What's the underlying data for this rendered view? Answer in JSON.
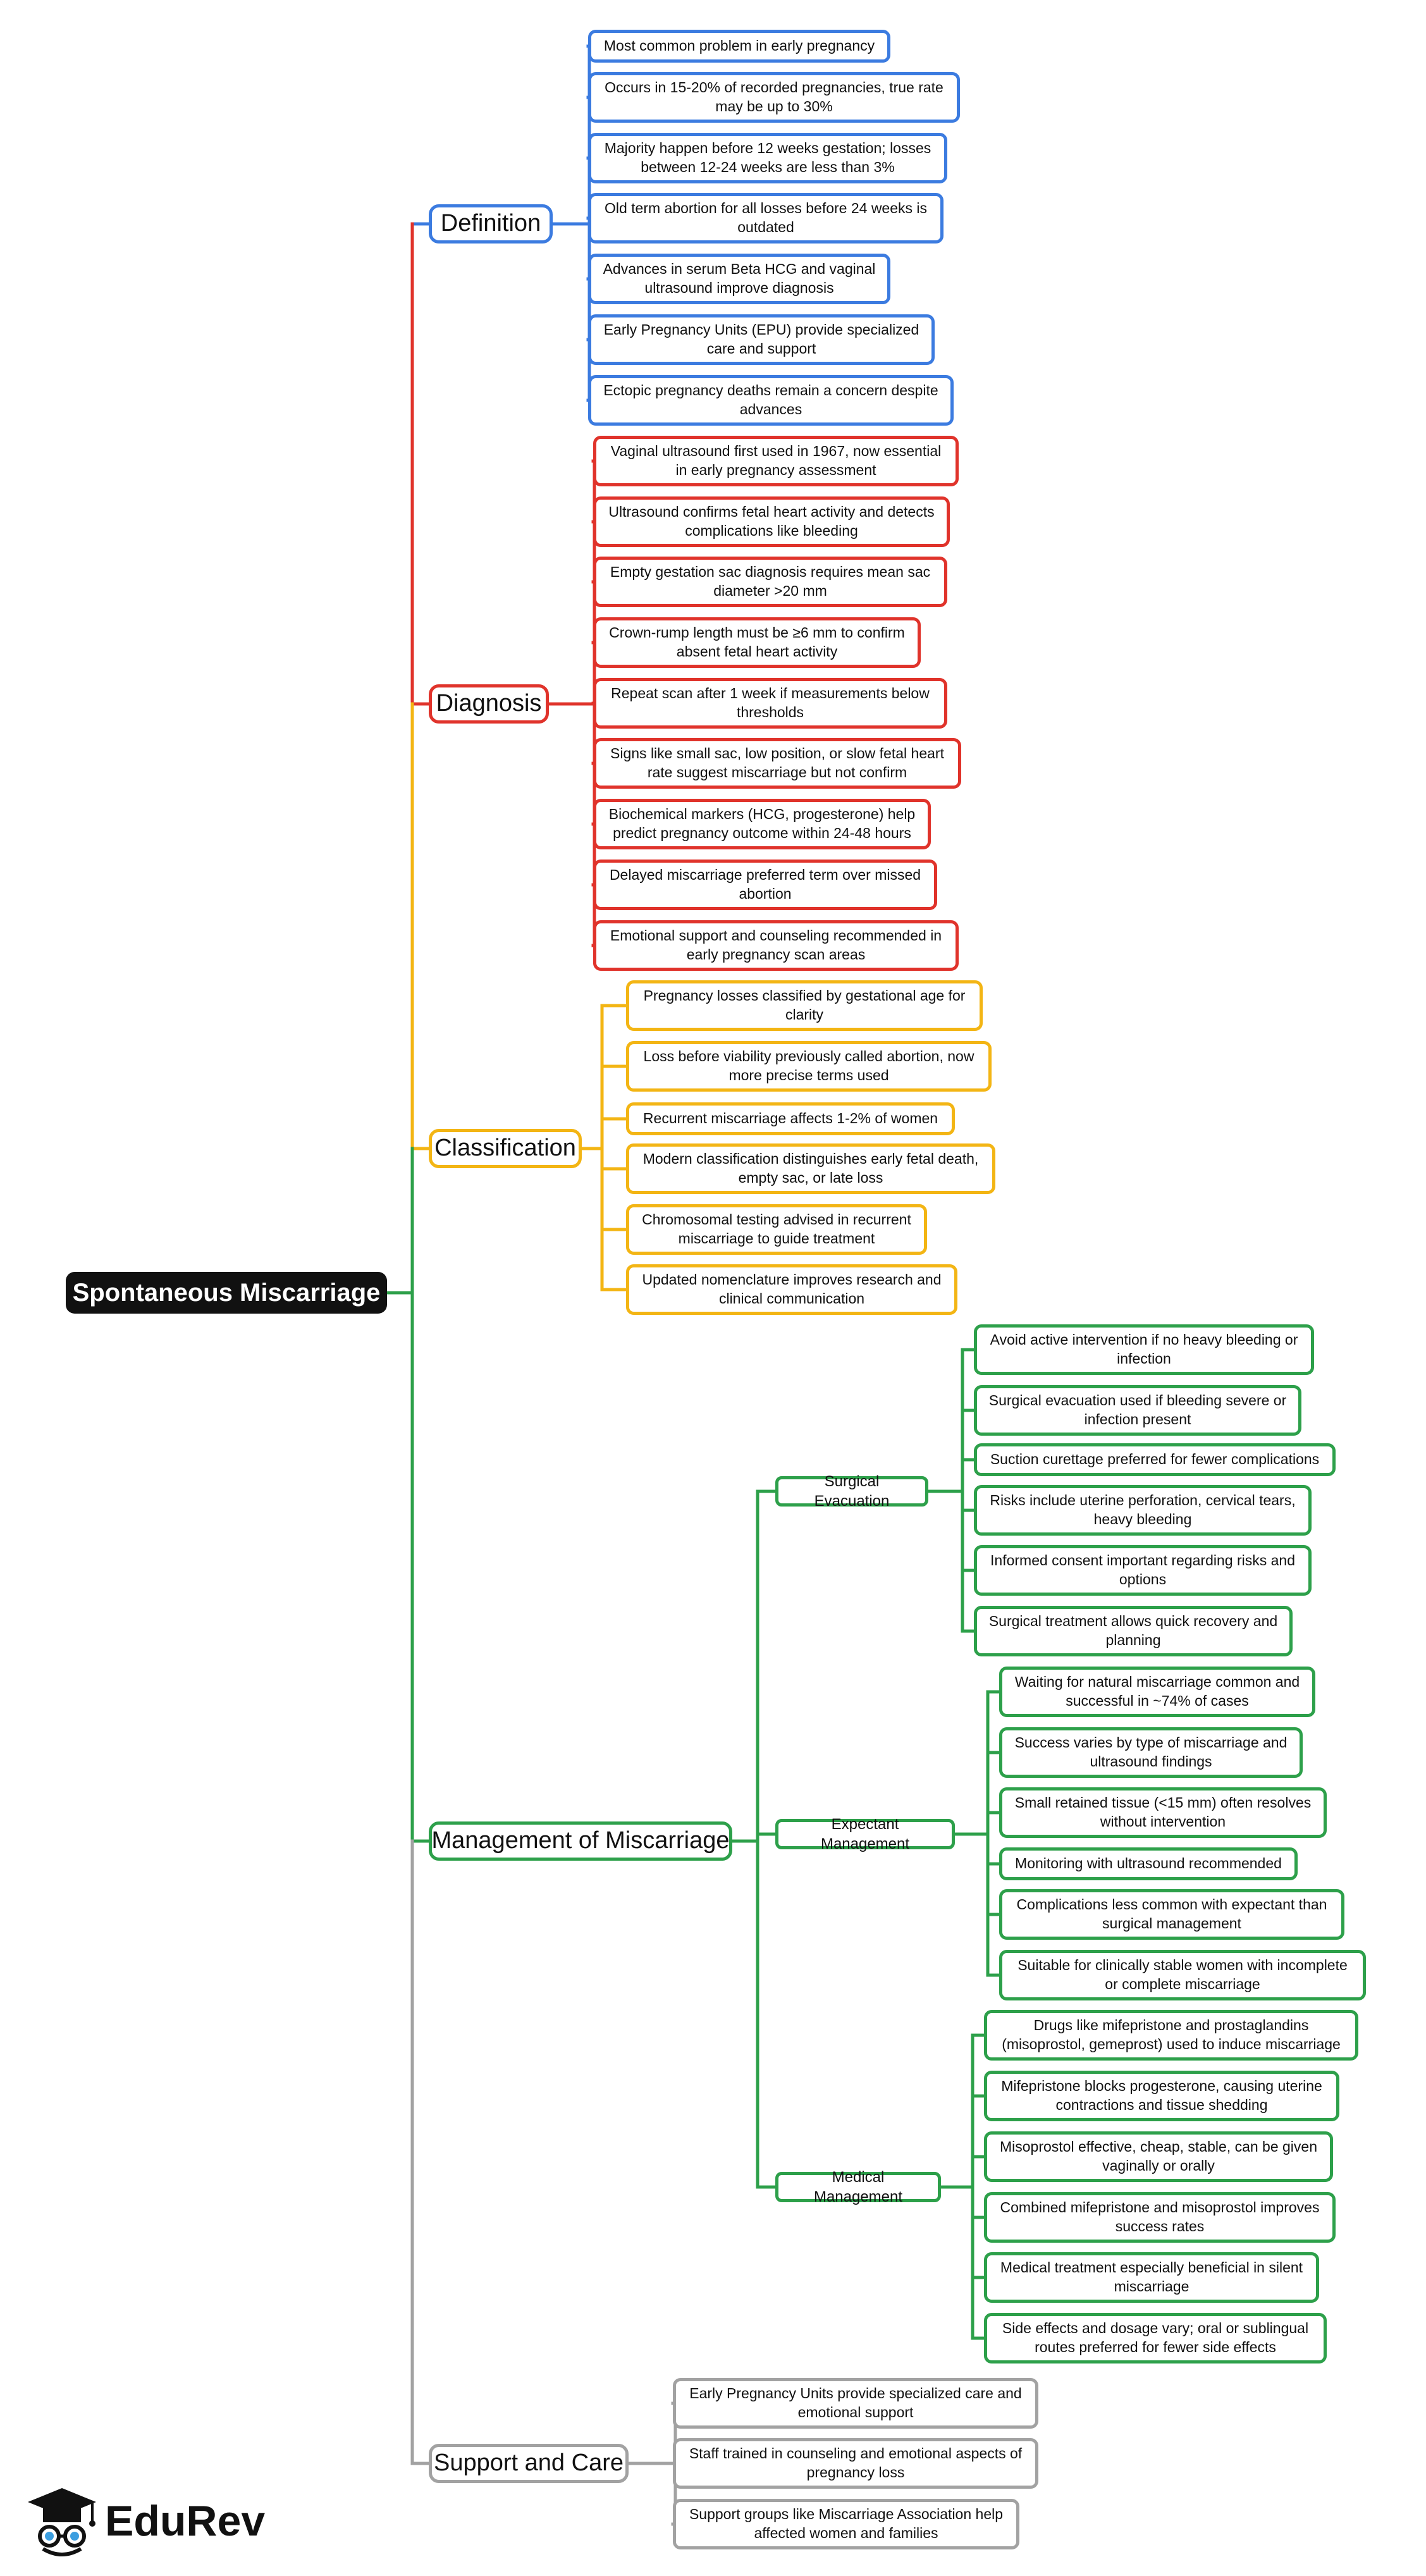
{
  "root": {
    "label": "Spontaneous Miscarriage"
  },
  "colors": {
    "definition": "#3b7be0",
    "diagnosis": "#e0332b",
    "classification": "#f3b514",
    "management": "#2da04a",
    "support": "#a2a2a2"
  },
  "branches": [
    {
      "key": "definition",
      "label": "Definition",
      "items": [
        "Most common problem in early pregnancy",
        "Occurs in 15-20% of recorded pregnancies, true rate may be up to 30%",
        "Majority happen before 12 weeks gestation; losses between 12-24 weeks are less than 3%",
        "Old term abortion for all losses before 24 weeks is outdated",
        "Advances in serum Beta HCG and vaginal ultrasound improve diagnosis",
        "Early Pregnancy Units (EPU) provide specialized care and support",
        "Ectopic pregnancy deaths remain a concern despite advances"
      ]
    },
    {
      "key": "diagnosis",
      "label": "Diagnosis",
      "items": [
        "Vaginal ultrasound first used in 1967, now essential in early pregnancy assessment",
        "Ultrasound confirms fetal heart activity and detects complications like bleeding",
        "Empty gestation sac diagnosis requires mean sac diameter >20 mm",
        "Crown-rump length must be ≥6 mm to confirm absent fetal heart activity",
        "Repeat scan after 1 week if measurements below thresholds",
        "Signs like small sac, low position, or slow fetal heart rate suggest miscarriage but not confirm",
        "Biochemical markers (HCG, progesterone) help predict pregnancy outcome within 24-48 hours",
        "Delayed miscarriage preferred term over missed abortion",
        "Emotional support and counseling recommended in early pregnancy scan areas"
      ]
    },
    {
      "key": "classification",
      "label": "Classification",
      "items": [
        "Pregnancy losses classified by gestational age for clarity",
        "Loss before viability previously called abortion, now more precise terms used",
        "Recurrent miscarriage affects 1-2% of women",
        "Modern classification distinguishes early fetal death, empty sac, or late loss",
        "Chromosomal testing advised in recurrent miscarriage to guide treatment",
        "Updated nomenclature improves research and clinical communication"
      ]
    },
    {
      "key": "management",
      "label": "Management of Miscarriage",
      "subs": [
        {
          "label": "Surgical Evacuation",
          "items": [
            "Avoid active intervention if no heavy bleeding or infection",
            "Surgical evacuation used if bleeding severe or infection present",
            "Suction curettage preferred for fewer complications",
            "Risks include uterine perforation, cervical tears, heavy bleeding",
            "Informed consent important regarding risks and options",
            "Surgical treatment allows quick recovery and planning"
          ]
        },
        {
          "label": "Expectant Management",
          "items": [
            "Waiting for natural miscarriage common and successful in ~74% of cases",
            "Success varies by type of miscarriage and ultrasound findings",
            "Small retained tissue (<15 mm) often resolves without intervention",
            "Monitoring with ultrasound recommended",
            "Complications less common with expectant than surgical management",
            "Suitable for clinically stable women with incomplete or complete miscarriage"
          ]
        },
        {
          "label": "Medical Management",
          "items": [
            "Drugs like mifepristone and prostaglandins (misoprostol, gemeprost) used to induce miscarriage",
            "Mifepristone blocks progesterone, causing uterine contractions and tissue shedding",
            "Misoprostol effective, cheap, stable, can be given vaginally or orally",
            "Combined mifepristone and misoprostol improves success rates",
            "Medical treatment especially beneficial in silent miscarriage",
            "Side effects and dosage vary; oral or sublingual routes preferred for fewer side effects"
          ]
        }
      ]
    },
    {
      "key": "support",
      "label": "Support and Care",
      "items": [
        "Early Pregnancy Units provide specialized care and emotional support",
        "Staff trained in counseling and emotional aspects of pregnancy loss",
        "Support groups like Miscarriage Association help affected women and families"
      ]
    }
  ],
  "logo": {
    "text": "EduRev"
  }
}
